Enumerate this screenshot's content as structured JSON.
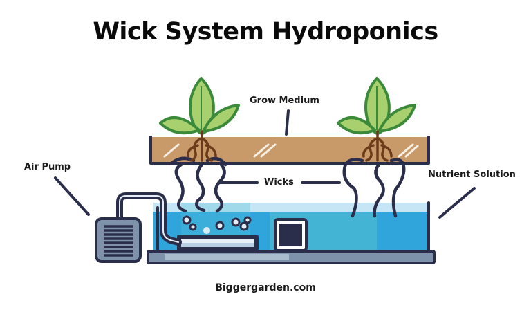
{
  "title": "Wick System Hydroponics",
  "labels": {
    "grow_medium": "Grow Medium",
    "air_pump": "Air Pump",
    "wicks": "Wicks",
    "nutrient_solution": "Nutrient Solution"
  },
  "footer": "Biggergarden.com",
  "colors": {
    "outline": "#2b2e4a",
    "medium": "#c89a6a",
    "water_light": "#bfe3f4",
    "water": "#2fa5dc",
    "water_teal": "#4ab9d0",
    "leaf_dark": "#3b8a3a",
    "leaf_light": "#a9d06e",
    "root": "#6b3b1a",
    "pump_fill": "#8a9bb0",
    "base": "#7e93aa"
  }
}
